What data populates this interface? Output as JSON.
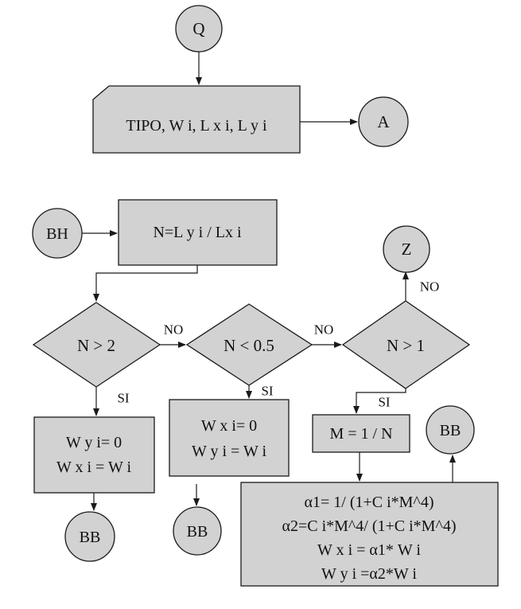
{
  "connectors": {
    "q": "Q",
    "a": "A",
    "bh": "BH",
    "z": "Z",
    "bb_left": "BB",
    "bb_middle": "BB",
    "bb_right": "BB"
  },
  "input_box": {
    "text": "TIPO, W i, L x i, L y i"
  },
  "process_ratio": {
    "text": "N=L y i / Lx i"
  },
  "decisions": {
    "d1": "N > 2",
    "d2": "N < 0.5",
    "d3": "N > 1"
  },
  "edge_labels": {
    "no_1": "NO",
    "no_2": "NO",
    "no_3": "NO",
    "si_1": "SI",
    "si_2": "SI",
    "si_3": "SI"
  },
  "box_left": {
    "line1": "W y i= 0",
    "line2": "W x i = W i"
  },
  "box_middle": {
    "line1": "W x i= 0",
    "line2": "W y i = W i"
  },
  "box_m": {
    "text": "M = 1 / N"
  },
  "box_alpha": {
    "line1": "α1= 1/ (1+C i*M^4)",
    "line2": "α2=C i*M^4/ (1+C i*M^4)",
    "line3": "W x i = α1* W i",
    "line4": "W y i =α2*W i"
  }
}
